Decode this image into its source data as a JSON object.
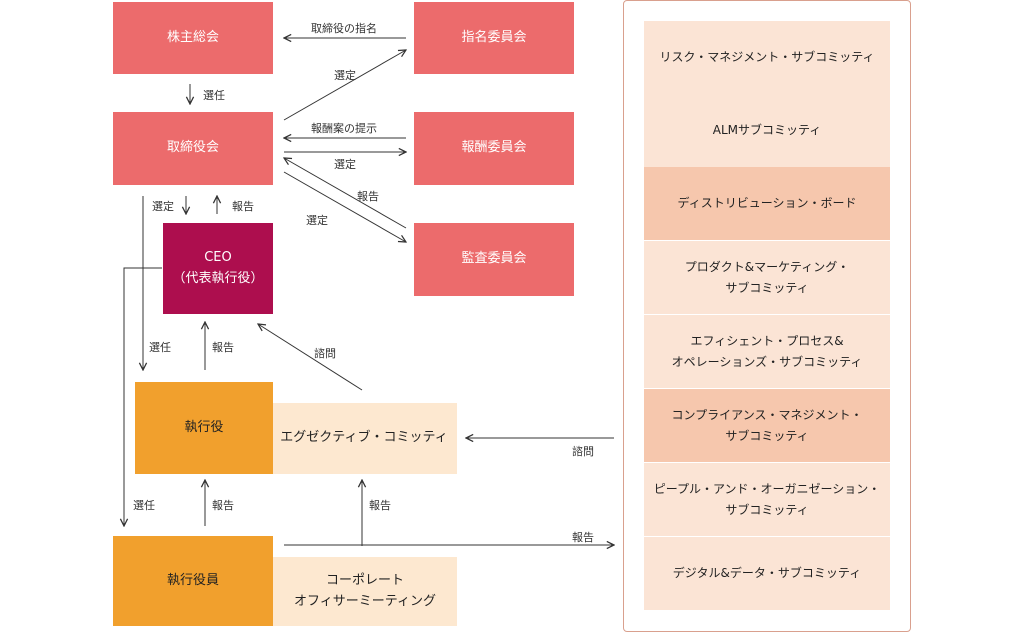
{
  "boxes": {
    "shareholders": "株主総会",
    "nomination": "指名委員会",
    "board": "取締役会",
    "compensation": "報酬委員会",
    "audit": "監査委員会",
    "ceo": "CEO\n（代表執行役）",
    "executive_officers": "執行役",
    "executive_committee": "エグゼクティブ・コミッティ",
    "corporate_officers": "執行役員",
    "corporate_meeting": "コーポレート\nオフィサーミーティング"
  },
  "labels": {
    "director_nomination": "取締役の指名",
    "elect_1": "選任",
    "select_nom": "選定",
    "comp_proposal": "報酬案の提示",
    "select_comp": "選定",
    "report_audit": "報告",
    "select_audit": "選定",
    "select_ceo": "選定",
    "report_ceo": "報告",
    "elect_exec": "選任",
    "report_exec": "報告",
    "consult_ceo": "諮問",
    "elect_officers": "選任",
    "report_officers": "報告",
    "report_meeting": "報告",
    "consult_sub": "諮問",
    "report_sub": "報告"
  },
  "subcommittees": [
    {
      "label": "リスク・マネジメント・サブコミッティ",
      "shade": "light"
    },
    {
      "label": "ALMサブコミッティ",
      "shade": "light"
    },
    {
      "label": "ディストリビューション・ボード",
      "shade": "dark"
    },
    {
      "label": "プロダクト&マーケティング・\nサブコミッティ",
      "shade": "light"
    },
    {
      "label": "エフィシェント・プロセス&\nオペレーションズ・サブコミッティ",
      "shade": "light"
    },
    {
      "label": "コンプライアンス・マネジメント・\nサブコミッティ",
      "shade": "dark"
    },
    {
      "label": "ピープル・アンド・オーガニゼーション・\nサブコミッティ",
      "shade": "light"
    },
    {
      "label": "デジタル&データ・サブコミッティ",
      "shade": "light"
    }
  ],
  "colors": {
    "committee_red": "#ec6b6c",
    "ceo": "#ad0e4e",
    "executive_orange": "#f1a02d",
    "meeting_cream": "#fde8d0",
    "panel_border": "#d9a08e"
  }
}
